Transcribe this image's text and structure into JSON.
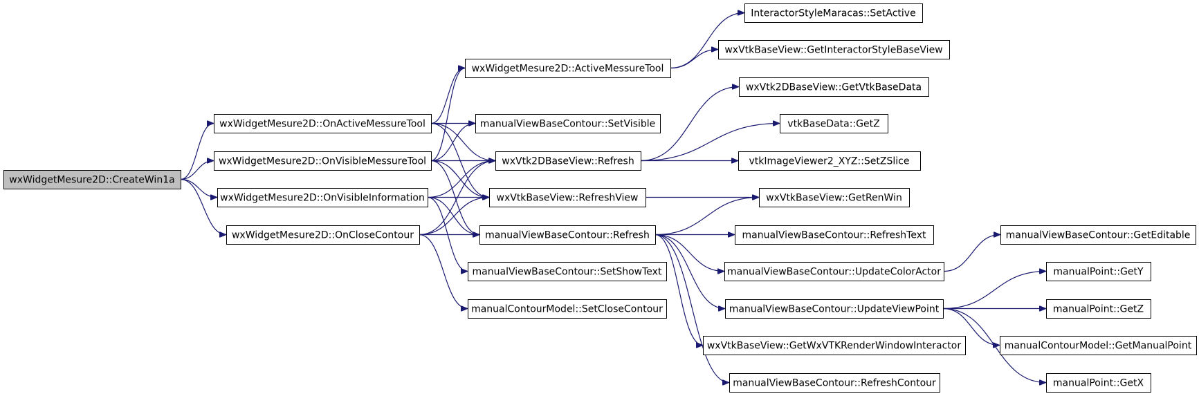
{
  "graph": {
    "colors": {
      "edge": "#191970",
      "root_fill": "#bfbfbf",
      "node_fill": "#ffffff",
      "border": "#000000"
    },
    "nodes": [
      {
        "id": "n0",
        "label": "wxWidgetMesure2D::CreateWin1a",
        "root": true
      },
      {
        "id": "n1",
        "label": "wxWidgetMesure2D::OnActiveMessureTool"
      },
      {
        "id": "n2",
        "label": "wxWidgetMesure2D::OnVisibleMessureTool"
      },
      {
        "id": "n3",
        "label": "wxWidgetMesure2D::OnVisibleInformation"
      },
      {
        "id": "n4",
        "label": "wxWidgetMesure2D::OnCloseContour"
      },
      {
        "id": "n5",
        "label": "wxWidgetMesure2D::ActiveMessureTool"
      },
      {
        "id": "n6",
        "label": "manualViewBaseContour::SetVisible"
      },
      {
        "id": "n7",
        "label": "wxVtk2DBaseView::Refresh"
      },
      {
        "id": "n8",
        "label": "wxVtkBaseView::RefreshView"
      },
      {
        "id": "n9",
        "label": "manualViewBaseContour::Refresh"
      },
      {
        "id": "n10",
        "label": "manualViewBaseContour::SetShowText"
      },
      {
        "id": "n11",
        "label": "manualContourModel::SetCloseContour"
      },
      {
        "id": "n12",
        "label": "InteractorStyleMaracas::SetActive"
      },
      {
        "id": "n13",
        "label": "wxVtkBaseView::GetInteractorStyleBaseView"
      },
      {
        "id": "n14",
        "label": "wxVtk2DBaseView::GetVtkBaseData"
      },
      {
        "id": "n15",
        "label": "vtkBaseData::GetZ"
      },
      {
        "id": "n16",
        "label": "vtkImageViewer2_XYZ::SetZSlice"
      },
      {
        "id": "n17",
        "label": "wxVtkBaseView::GetRenWin"
      },
      {
        "id": "n18",
        "label": "manualViewBaseContour::RefreshText"
      },
      {
        "id": "n19",
        "label": "manualViewBaseContour::UpdateColorActor"
      },
      {
        "id": "n20",
        "label": "manualViewBaseContour::UpdateViewPoint"
      },
      {
        "id": "n21",
        "label": "wxVtkBaseView::GetWxVTKRenderWindowInteractor"
      },
      {
        "id": "n22",
        "label": "manualViewBaseContour::RefreshContour"
      },
      {
        "id": "n23",
        "label": "manualViewBaseContour::GetEditable"
      },
      {
        "id": "n24",
        "label": "manualPoint::GetY"
      },
      {
        "id": "n25",
        "label": "manualPoint::GetZ"
      },
      {
        "id": "n26",
        "label": "manualContourModel::GetManualPoint"
      },
      {
        "id": "n27",
        "label": "manualPoint::GetX"
      }
    ],
    "edges": [
      [
        "n0",
        "n1"
      ],
      [
        "n0",
        "n2"
      ],
      [
        "n0",
        "n3"
      ],
      [
        "n0",
        "n4"
      ],
      [
        "n1",
        "n5"
      ],
      [
        "n1",
        "n6"
      ],
      [
        "n1",
        "n7"
      ],
      [
        "n1",
        "n8"
      ],
      [
        "n2",
        "n5"
      ],
      [
        "n2",
        "n6"
      ],
      [
        "n2",
        "n7"
      ],
      [
        "n2",
        "n8"
      ],
      [
        "n2",
        "n9"
      ],
      [
        "n3",
        "n7"
      ],
      [
        "n3",
        "n8"
      ],
      [
        "n3",
        "n9"
      ],
      [
        "n3",
        "n10"
      ],
      [
        "n4",
        "n7"
      ],
      [
        "n4",
        "n8"
      ],
      [
        "n4",
        "n9"
      ],
      [
        "n4",
        "n11"
      ],
      [
        "n5",
        "n12"
      ],
      [
        "n5",
        "n13"
      ],
      [
        "n7",
        "n14"
      ],
      [
        "n7",
        "n15"
      ],
      [
        "n7",
        "n16"
      ],
      [
        "n8",
        "n17"
      ],
      [
        "n9",
        "n17"
      ],
      [
        "n9",
        "n18"
      ],
      [
        "n9",
        "n19"
      ],
      [
        "n9",
        "n20"
      ],
      [
        "n9",
        "n21"
      ],
      [
        "n9",
        "n22"
      ],
      [
        "n19",
        "n23"
      ],
      [
        "n20",
        "n24"
      ],
      [
        "n20",
        "n25"
      ],
      [
        "n20",
        "n26"
      ],
      [
        "n20",
        "n27"
      ]
    ]
  }
}
